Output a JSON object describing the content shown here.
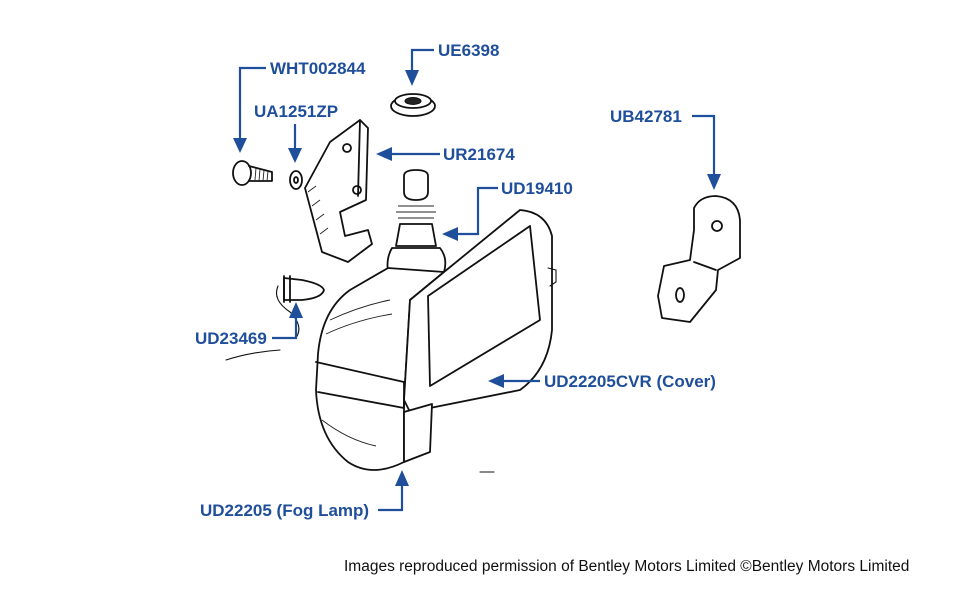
{
  "labels": {
    "wht002844": "WHT002844",
    "ue6398": "UE6398",
    "ua1251zp": "UA1251ZP",
    "ur21674": "UR21674",
    "ub42781": "UB42781",
    "ud19410": "UD19410",
    "ud23469": "UD23469",
    "ud22205cvr": "UD22205CVR (Cover)",
    "ud22205": "UD22205 (Fog Lamp)"
  },
  "credit": "Images reproduced permission of Bentley Motors Limited ©Bentley Motors Limited",
  "colors": {
    "label": "#1f4f9a",
    "line_art": "#111111",
    "background": "#ffffff"
  }
}
